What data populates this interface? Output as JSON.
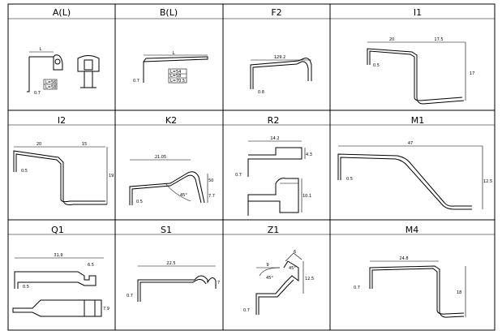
{
  "cells": [
    {
      "code": "A(L)",
      "dims": [
        "L",
        "0.7"
      ],
      "table": [
        "L=56",
        "L=58"
      ]
    },
    {
      "code": "B(L)",
      "dims": [
        "L",
        "0.7"
      ],
      "table": [
        "L=54",
        "L=58",
        "L=70.5"
      ]
    },
    {
      "code": "F2",
      "dims": [
        "129.2",
        "0.8"
      ]
    },
    {
      "code": "I1",
      "dims": [
        "20",
        "17.5",
        "0.5",
        "17"
      ]
    },
    {
      "code": "I2",
      "dims": [
        "20",
        "15",
        "0.5",
        "19"
      ]
    },
    {
      "code": "K2",
      "dims": [
        "21.05",
        "0.5",
        "50",
        "45°",
        "7.7"
      ]
    },
    {
      "code": "R2",
      "dims": [
        "14.2",
        "0.7",
        "4.3",
        "10.1"
      ]
    },
    {
      "code": "M1",
      "dims": [
        "47",
        "0.5",
        "12.5"
      ]
    },
    {
      "code": "Q1",
      "dims": [
        "31.9",
        "6.5",
        "0.5",
        "7.9"
      ]
    },
    {
      "code": "S1",
      "dims": [
        "22.5",
        "0.7",
        "7"
      ]
    },
    {
      "code": "Z1",
      "dims": [
        "6",
        "9",
        "45°",
        "12.5",
        "0.7"
      ]
    },
    {
      "code": "M4",
      "dims": [
        "24.8",
        "0.7",
        "18"
      ]
    }
  ]
}
